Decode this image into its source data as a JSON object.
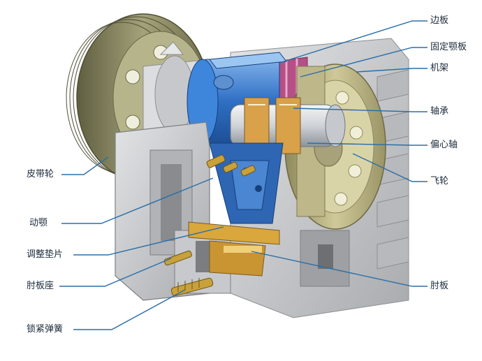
{
  "colors": {
    "frame": "#c9cacc",
    "pulley": "#8d8b64",
    "motor_blue": "#3d7fd0",
    "leader": "#2a6ea8",
    "spring": "#c9a13a"
  },
  "labels": {
    "side_plate": "边板",
    "fixed_jaw_plate": "固定颚板",
    "frame": "机架",
    "bearing": "轴承",
    "eccentric_shaft": "偏心轴",
    "flywheel": "飞轮",
    "toggle_plate": "肘板",
    "belt_pulley": "皮带轮",
    "moving_jaw": "动颚",
    "adjusting_shim": "调整垫片",
    "toggle_seat": "肘板座",
    "tension_spring": "锁紧弹簧"
  }
}
